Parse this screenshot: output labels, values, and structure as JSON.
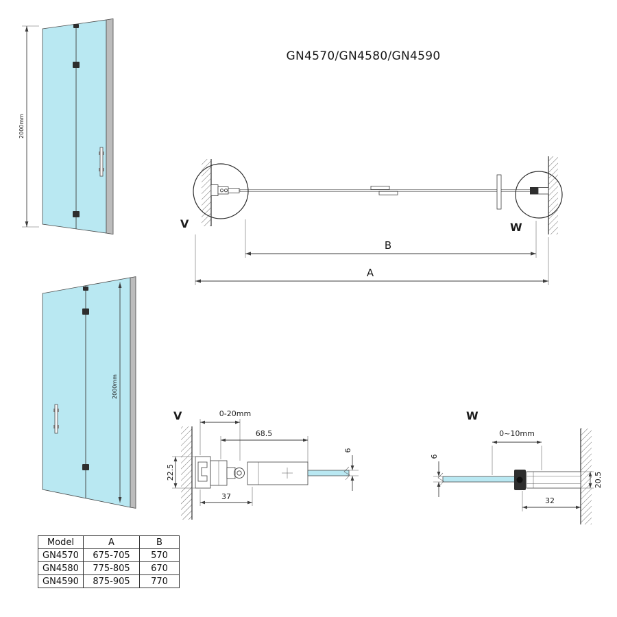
{
  "title": "GN4570/GN4580/GN4590",
  "colors": {
    "glass": "#b9e8f2",
    "frame": "#bcbcbc",
    "line": "#3d3d3d"
  },
  "front_view": {
    "height_dim": "2000mm"
  },
  "inside_view": {
    "height_dim": "2000mm"
  },
  "plan_view": {
    "detail_v_label": "V",
    "detail_w_label": "W",
    "dim_b_label": "B",
    "dim_a_label": "A"
  },
  "detail_v": {
    "label": "V",
    "dim_wall_adjust": "0-20mm",
    "dim_profile_width": "68.5",
    "dim_profile_depth": "22.5",
    "dim_bottom_width": "37",
    "dim_glass_thickness": "6"
  },
  "detail_w": {
    "label": "W",
    "dim_wall_adjust": "0~10mm",
    "dim_glass_thickness": "6",
    "dim_profile_depth": "20.5",
    "dim_bottom_width": "32"
  },
  "table": {
    "headers": [
      "Model",
      "A",
      "B"
    ],
    "rows": [
      [
        "GN4570",
        "675-705",
        "570"
      ],
      [
        "GN4580",
        "775-805",
        "670"
      ],
      [
        "GN4590",
        "875-905",
        "770"
      ]
    ]
  }
}
